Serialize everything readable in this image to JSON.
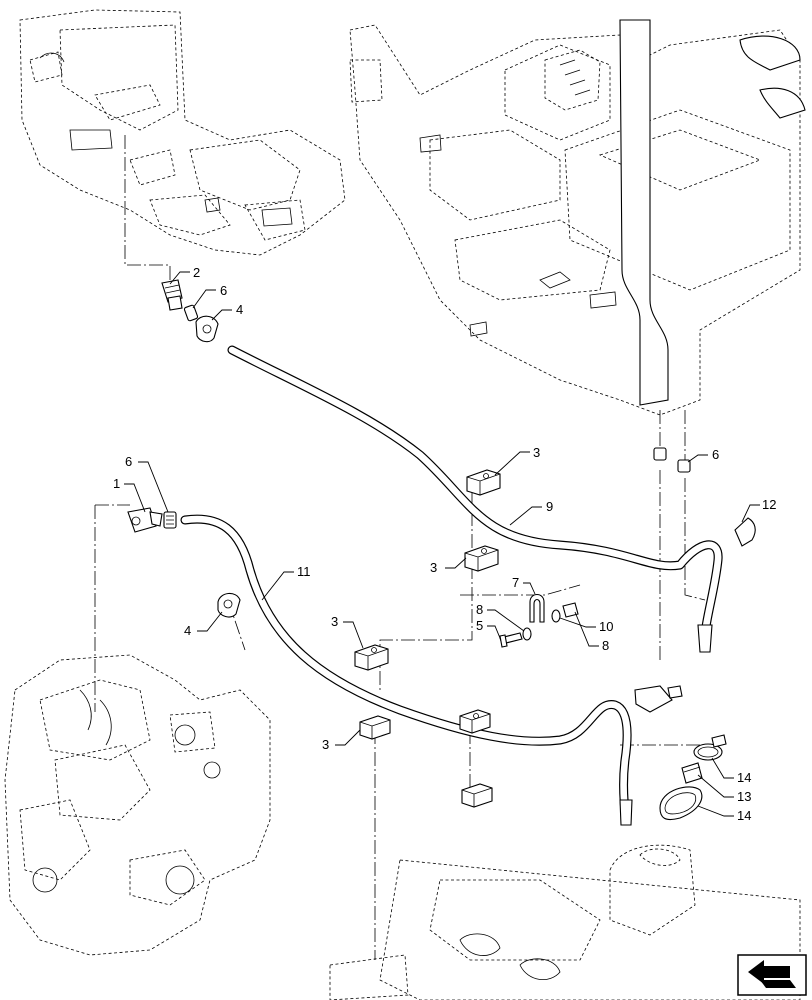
{
  "diagram": {
    "callouts": [
      {
        "id": "c2",
        "text": "2"
      },
      {
        "id": "c6a",
        "text": "6"
      },
      {
        "id": "c4a",
        "text": "4"
      },
      {
        "id": "c3a",
        "text": "3"
      },
      {
        "id": "c9",
        "text": "9"
      },
      {
        "id": "c6b",
        "text": "6"
      },
      {
        "id": "c12",
        "text": "12"
      },
      {
        "id": "c6c",
        "text": "6"
      },
      {
        "id": "c1",
        "text": "1"
      },
      {
        "id": "c11",
        "text": "11"
      },
      {
        "id": "c3b",
        "text": "3"
      },
      {
        "id": "c7",
        "text": "7"
      },
      {
        "id": "c8a",
        "text": "8"
      },
      {
        "id": "c10",
        "text": "10"
      },
      {
        "id": "c5",
        "text": "5"
      },
      {
        "id": "c8b",
        "text": "8"
      },
      {
        "id": "c4b",
        "text": "4"
      },
      {
        "id": "c3c",
        "text": "3"
      },
      {
        "id": "c3d",
        "text": "3"
      },
      {
        "id": "c14a",
        "text": "14"
      },
      {
        "id": "c13",
        "text": "13"
      },
      {
        "id": "c14b",
        "text": "14"
      }
    ],
    "nav_icon": "arrow-left-icon"
  }
}
